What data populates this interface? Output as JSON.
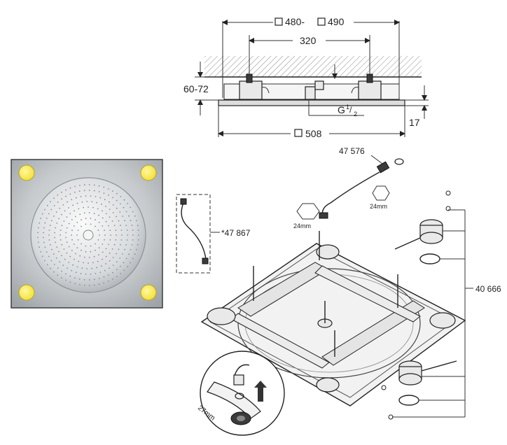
{
  "top_view": {
    "dim_width_range": "480- ",
    "dim_width_range_b": "490",
    "dim_center": "320",
    "dim_depth": "60-72",
    "dim_thread_prefix": "G",
    "dim_thread_num": "1",
    "dim_thread_den": "2",
    "dim_panel": "508",
    "dim_thickness": "17"
  },
  "product_photo": {
    "led_color": "#f4e13a",
    "panel_color": "#bfc3c6"
  },
  "exploded": {
    "part_hose_top": "47 576",
    "wrench_a": "24mm",
    "wrench_b": "24mm",
    "part_hose_side": "*47 867",
    "part_kit": "40 666",
    "wrench_inset": "27mm"
  }
}
